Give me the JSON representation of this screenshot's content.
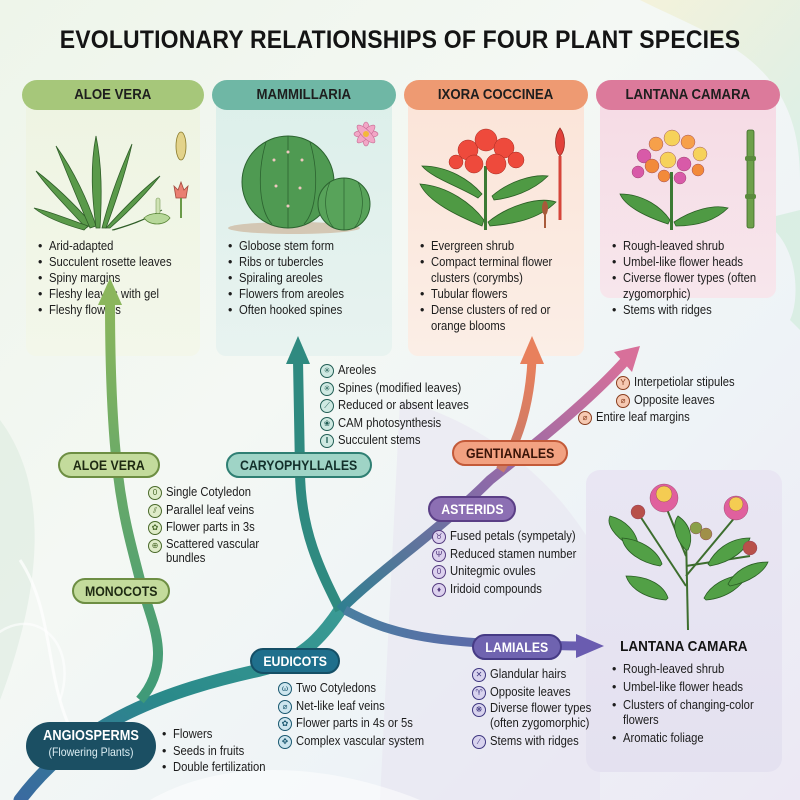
{
  "title": "EVOLUTIONARY RELATIONSHIPS OF FOUR PLANT SPECIES",
  "colors": {
    "aloe": "#a6c77a",
    "mammillaria": "#6fb7a5",
    "ixora": "#ee9a72",
    "lantana": "#dc7a9b",
    "asterids": "#8c6fb3",
    "lamiales": "#6f63b0",
    "eudicots": "#1f6f8c",
    "angiosperms": "#1b4f63"
  },
  "species_panels": [
    {
      "name": "ALOE VERA",
      "illustration": "aloe-vera-plant",
      "bullets": [
        "Arid-adapted",
        "Succulent rosette leaves",
        "Spiny margins",
        "Fleshy leaves with gel",
        "Fleshy flowers"
      ]
    },
    {
      "name": "MAMMILLARIA",
      "illustration": "mammillaria-cactus",
      "bullets": [
        "Globose stem form",
        "Ribs or tubercles",
        "Spiraling areoles",
        "Flowers from areoles",
        "Often hooked spines"
      ]
    },
    {
      "name": "IXORA COCCINEA",
      "illustration": "ixora-flower-cluster",
      "bullets": [
        "Evergreen shrub",
        "Compact terminal flower clusters (corymbs)",
        "Tubular flowers",
        "Dense clusters of red or orange blooms"
      ]
    },
    {
      "name": "LANTANA CAMARA",
      "illustration": "lantana-flower-head",
      "bullets": [
        "Rough-leaved shrub",
        "Umbel-like flower heads",
        "Civerse flower types (often zygomorphic)",
        "Stems with ridges"
      ]
    }
  ],
  "nodes": {
    "aloe_vera": "ALOE VERA",
    "monocots": "MONOCOTS",
    "caryophyllales": "CARYOPHYLLALES",
    "gentianales": "GENTIANALES",
    "asterids": "ASTERIDS",
    "lamiales": "LAMIALES",
    "eudicots": "EUDICOTS",
    "angiosperms": "ANGIOSPERMS",
    "angiosperms_sub": "(Flowering Plants)"
  },
  "traits": {
    "monocots": [
      {
        "icon": "seed-icon",
        "text": "Single Cotyledon"
      },
      {
        "icon": "parallel-veins-icon",
        "text": "Parallel leaf veins"
      },
      {
        "icon": "three-part-flower-icon",
        "text": "Flower parts in 3s"
      },
      {
        "icon": "vascular-bundles-icon",
        "text": "Scattered vascular bundles"
      }
    ],
    "caryophyllales": [
      {
        "icon": "areole-icon",
        "text": "Areoles"
      },
      {
        "icon": "spine-icon",
        "text": "Spines (modified leaves)"
      },
      {
        "icon": "leaf-icon",
        "text": "Reduced or absent leaves"
      },
      {
        "icon": "cam-icon",
        "text": "CAM photosynthesis"
      },
      {
        "icon": "stem-icon",
        "text": "Succulent stems"
      }
    ],
    "gentianales": [
      {
        "icon": "stipule-icon",
        "text": "Interpetiolar stipules"
      },
      {
        "icon": "leaf-icon",
        "text": "Opposite leaves"
      },
      {
        "icon": "leaf-margin-icon",
        "text": "Entire leaf margins"
      }
    ],
    "asterids": [
      {
        "icon": "fused-petals-icon",
        "text": "Fused petals (sympetaly)"
      },
      {
        "icon": "stamen-icon",
        "text": "Reduced stamen number"
      },
      {
        "icon": "ovule-icon",
        "text": "Unitegmic ovules"
      },
      {
        "icon": "droplet-icon",
        "text": "Iridoid compounds"
      }
    ],
    "eudicots": [
      {
        "icon": "two-cotyledon-icon",
        "text": "Two Cotyledons"
      },
      {
        "icon": "net-veins-icon",
        "text": "Net-like leaf veins"
      },
      {
        "icon": "flower-icon",
        "text": "Flower parts in 4s or 5s"
      },
      {
        "icon": "vascular-system-icon",
        "text": "Complex vascular system"
      }
    ],
    "lamiales": [
      {
        "icon": "glandular-hair-icon",
        "text": "Glandular hairs"
      },
      {
        "icon": "opposite-leaves-icon",
        "text": "Opposite leaves"
      },
      {
        "icon": "diverse-flower-icon",
        "text": "Diverse flower types",
        "text2": "(often zygomorphic)"
      },
      {
        "icon": "ridged-stem-icon",
        "text": "Stems with ridges"
      }
    ],
    "angiosperms": [
      "Flowers",
      "Seeds in fruits",
      "Double fertilization"
    ]
  },
  "lamiales_card": {
    "title": "LANTANA CAMARA",
    "illustration": "lantana-camara-shrub",
    "bullets": [
      "Rough-leaved shrub",
      "Umbel-like flower heads",
      "Clusters of changing-color flowers",
      "Aromatic foliage"
    ]
  }
}
